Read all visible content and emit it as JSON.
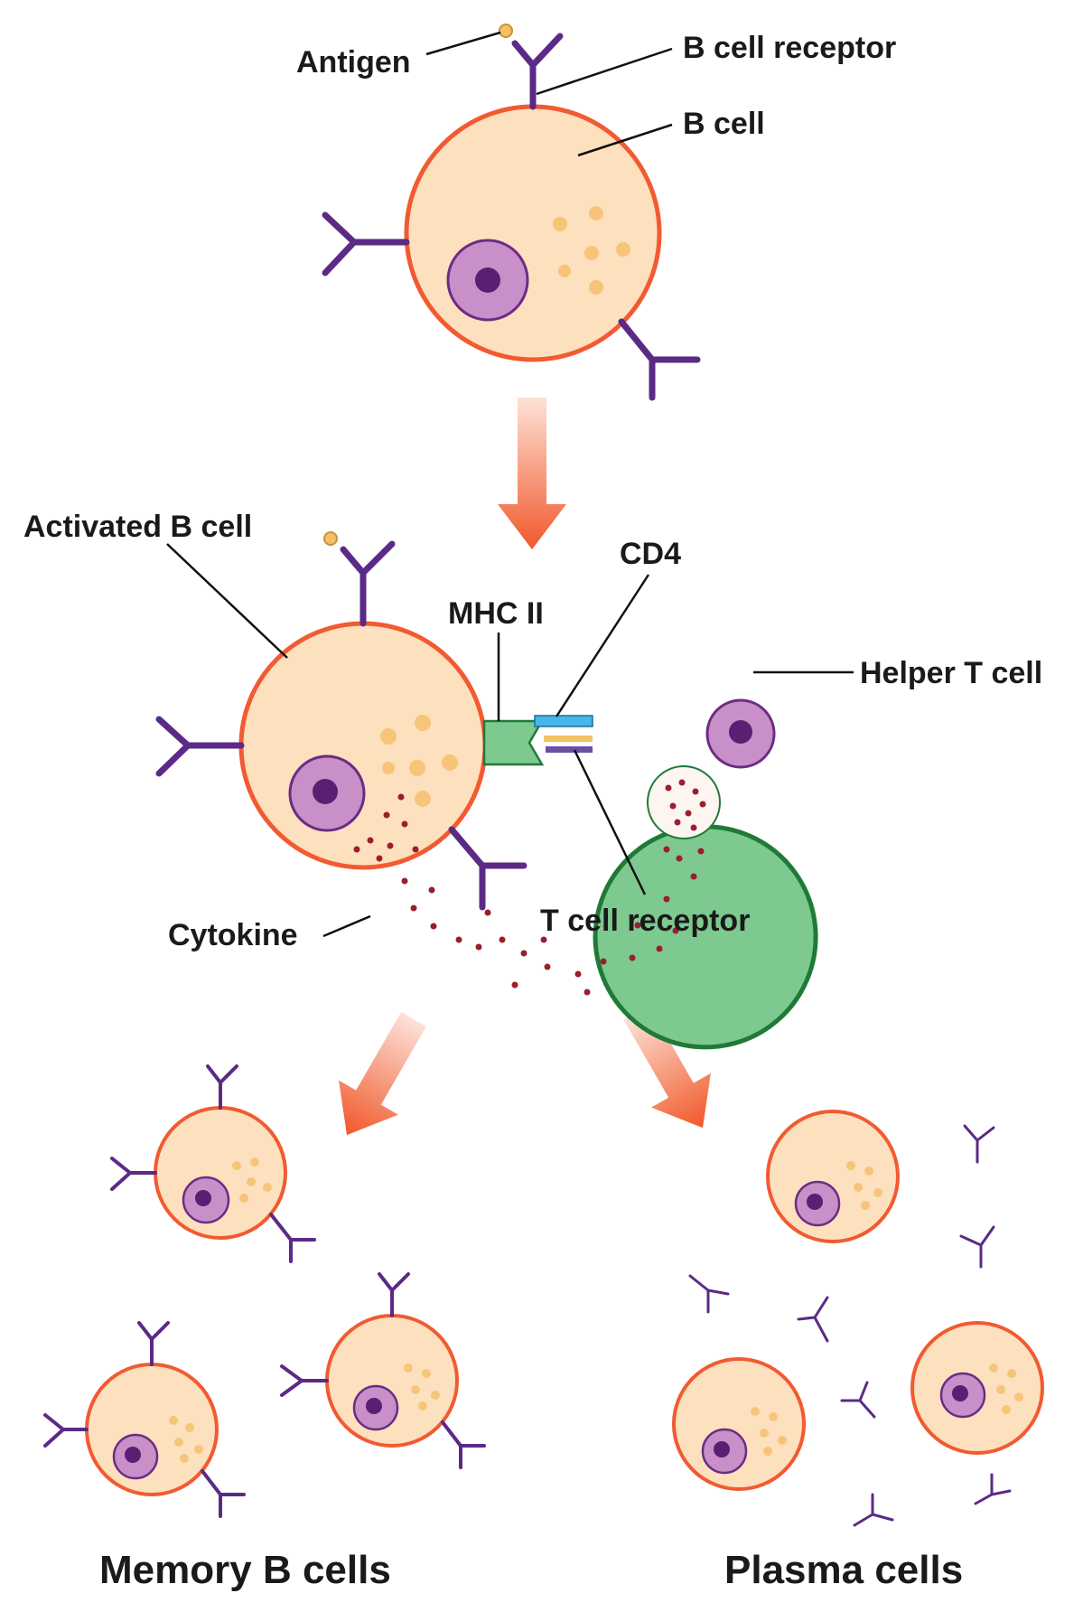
{
  "labels": {
    "antigen": "Antigen",
    "b_cell_receptor": "B cell receptor",
    "b_cell": "B cell",
    "activated_b_cell": "Activated B cell",
    "mhc_ii": "MHC II",
    "cd4": "CD4",
    "helper_t_cell": "Helper T cell",
    "t_cell_receptor": "T cell receptor",
    "cytokine": "Cytokine",
    "memory_b_cells": "Memory B cells",
    "plasma_cells": "Plasma cells"
  },
  "colors": {
    "b_cell_fill": "#fde0bd",
    "b_cell_border": "#f25a32",
    "nucleus_fill": "#c98fc8",
    "nucleus_border": "#6b2c84",
    "nucleolus": "#5a1f73",
    "receptor": "#5b2a86",
    "antigen": "#f4c060",
    "granule": "#f6c57a",
    "t_cell_fill": "#7dc98f",
    "t_cell_border": "#1f7a38",
    "cytokine": "#9a1e2e",
    "cd4": "#43b7e8",
    "tcr": "#6a4fa3",
    "arrow_start": "#fde2d8",
    "arrow_end": "#f1582a"
  },
  "icons": {
    "receptor": "y-shaped-antibody-icon",
    "antigen": "antigen-dot-icon",
    "nucleus": "cell-nucleus-icon",
    "arrow": "process-arrow-icon"
  }
}
